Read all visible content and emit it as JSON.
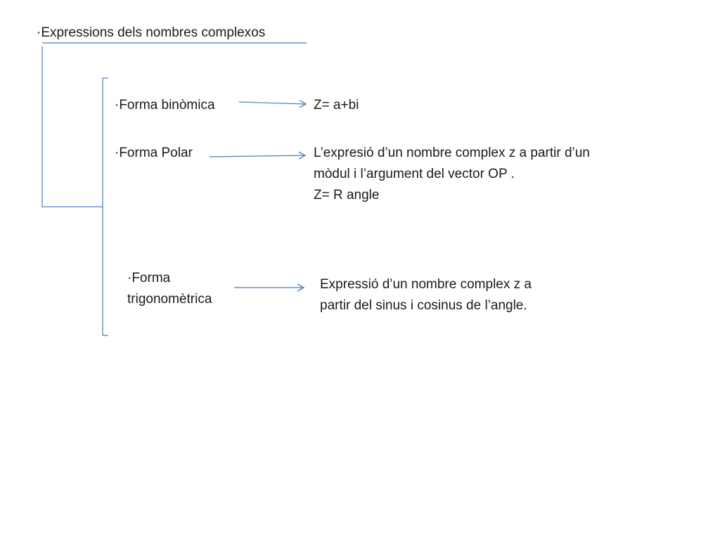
{
  "slide": {
    "title": "·Expressions dels nombres complexos",
    "accent_color": "#4a7ebb",
    "items": [
      {
        "label_lines": [
          "·Forma binòmica"
        ],
        "description_lines": [
          "Z= a+bi"
        ]
      },
      {
        "label_lines": [
          "·Forma Polar"
        ],
        "description_lines": [
          "L’expresió d’un nombre complex z a partir d’un",
          "mòdul i l’argument del vector OP .",
          "Z= R angle"
        ]
      },
      {
        "label_lines": [
          "·Forma",
          "trigonomètrica"
        ],
        "description_lines": [
          "Expressió d’un nombre complex z a",
          "partir del sinus i cosinus de l’angle."
        ]
      }
    ]
  }
}
